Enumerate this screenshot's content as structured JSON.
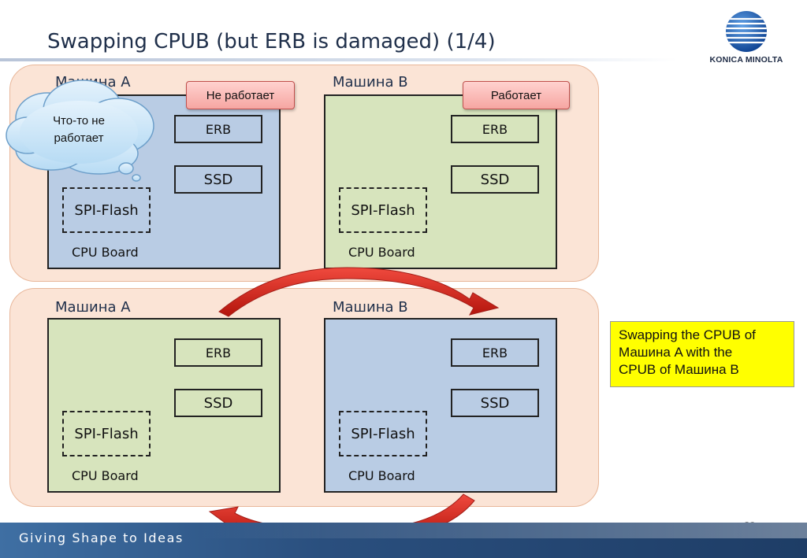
{
  "slide": {
    "title": "Swapping CPUB (but ERB is damaged) (1/4)",
    "page_number": "29",
    "footer": "Giving Shape to Ideas"
  },
  "logo": {
    "text": "KONICA MINOLTA"
  },
  "top_row": {
    "machine_a": {
      "label": "Машина A",
      "status": "Не работает",
      "erb": "ERB",
      "ssd": "SSD",
      "spi": "SPI-Flash",
      "board": "CPU Board"
    },
    "machine_b": {
      "label": "Машина B",
      "status": "Работает",
      "erb": "ERB",
      "ssd": "SSD",
      "spi": "SPI-Flash",
      "board": "CPU Board"
    },
    "thought": {
      "line1": "Что-то не",
      "line2": "работает"
    }
  },
  "bottom_row": {
    "machine_a": {
      "label": "Машина A",
      "erb": "ERB",
      "ssd": "SSD",
      "spi": "SPI-Flash",
      "board": "CPU Board"
    },
    "machine_b": {
      "label": "Машина B",
      "erb": "ERB",
      "ssd": "SSD",
      "spi": "SPI-Flash",
      "board": "CPU Board"
    }
  },
  "note": {
    "line1": "Swapping the CPUB of",
    "line2": "Машина A with the",
    "line3": "CPUB of  Машина B"
  },
  "colors": {
    "board_blue": "#b9cce4",
    "board_green": "#d7e4bd",
    "group_bg": "#fbe4d6",
    "arrow_red": "#d9261c",
    "note_yellow": "#ffff00"
  }
}
